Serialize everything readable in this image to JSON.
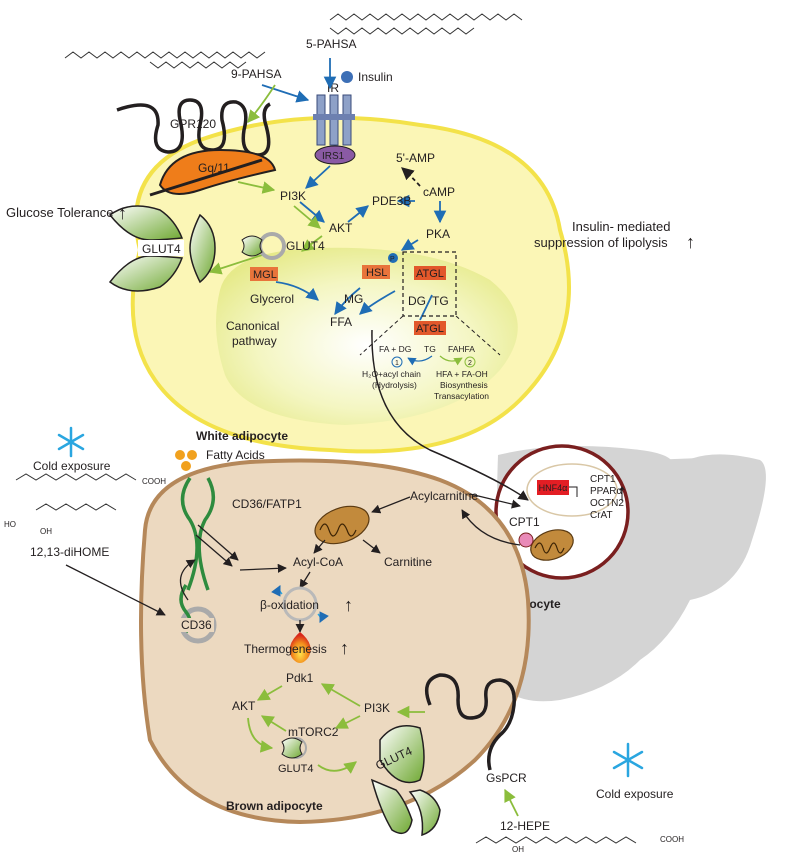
{
  "colors": {
    "white_adipocyte_fill": "#fbf6b6",
    "white_adipocyte_border": "#f3e24a",
    "white_nucleus": "#eef09a",
    "brown_adipocyte_fill": "#ecd9c0",
    "brown_adipocyte_border": "#b5885a",
    "liver": "#d4d4d4",
    "hepatocyte_border": "#7a1f1f",
    "green_arrow": "#8bbd3c",
    "blue_arrow": "#1f6db5",
    "red_up": "#d0121b",
    "lipase_box": "#e8743b",
    "atgl_box": "#e2582b",
    "hnf4a_box": "#e31e24",
    "glut_green": "#6fa832",
    "gq_orange": "#ef7d1a",
    "irs1_purple": "#8a5aa4",
    "snowflake": "#2aa6e0",
    "fatty_acid_dot": "#f1a11e"
  },
  "icons": [
    "snowflake-icon",
    "mitochondrion-icon",
    "flame-icon",
    "receptor-icon",
    "transporter-icon"
  ],
  "top": {
    "pahsa5": "5-PAHSA",
    "pahsa9": "9-PAHSA",
    "insulin": "Insulin",
    "gpr120": "GPR120",
    "ir": "IR",
    "irs1": "IRS1",
    "gq11": "Gq/11"
  },
  "white": {
    "pi3k": "PI3K",
    "akt": "AKT",
    "pde3b": "PDE3B",
    "amp5": "5'-AMP",
    "camp": "cAMP",
    "pka": "PKA",
    "glut4": "GLUT4",
    "glut4_outer": "GLUT4",
    "mgl": "MGL",
    "hsl": "HSL",
    "atgl": "ATGL",
    "atgl2": "ATGL",
    "p": "P",
    "glycerol": "Glycerol",
    "mg": "MG",
    "dg": "DG",
    "tg": "TG",
    "ffa": "FFA",
    "canonical1": "Canonical",
    "canonical2": "pathway",
    "rxn_fa": "FA + DG",
    "rxn_tg": "TG",
    "rxn_fahfa": "FAHFA",
    "circle1": "1",
    "circle2": "2",
    "hydro1": "H₂O+acyl chain",
    "hydro2": "(Hydrolysis)",
    "bio1": "HFA + FA-OH",
    "bio2": "Biosynthesis",
    "bio3": "Transacylation",
    "label": "White adipocyte"
  },
  "side": {
    "glucose_tol": "Glucose Tolerance",
    "insulin_med1": "Insulin-",
    "insulin_med1b": "mediated",
    "insulin_med2": "suppression of lipolysis",
    "up": "↑"
  },
  "brown": {
    "cold1": "Cold exposure",
    "cold2": "Cold exposure",
    "fatty_acids": "Fatty Acids",
    "cd36fatp1": "CD36/FATP1",
    "dihome": "12,13-diHOME",
    "acylcarnitine": "Acylcarnitine",
    "acylcoa": "Acyl-CoA",
    "carnitine": "Carnitine",
    "beta_ox": "β-oxidation",
    "thermo": "Thermogenesis",
    "cd36": "CD36",
    "pdk1": "Pdk1",
    "pi3k": "PI3K",
    "akt": "AKT",
    "mtorc2": "mTORC2",
    "glut4_small": "GLUT4",
    "glut4_big": "GLUT4",
    "gspcr": "GsPCR",
    "hepe": "12-HEPE",
    "label": "Brown adipocyte"
  },
  "liver": {
    "hnf4a": "HNF4α",
    "cpt1": "CPT1",
    "ppara": "PPARα",
    "octn2": "OCTN2",
    "crat": "CrAT",
    "cpt1_mito": "CPT1",
    "label": "Hepatocyte"
  },
  "molecules": {
    "cooh": "COOH",
    "ho": "HO",
    "oh": "OH"
  }
}
